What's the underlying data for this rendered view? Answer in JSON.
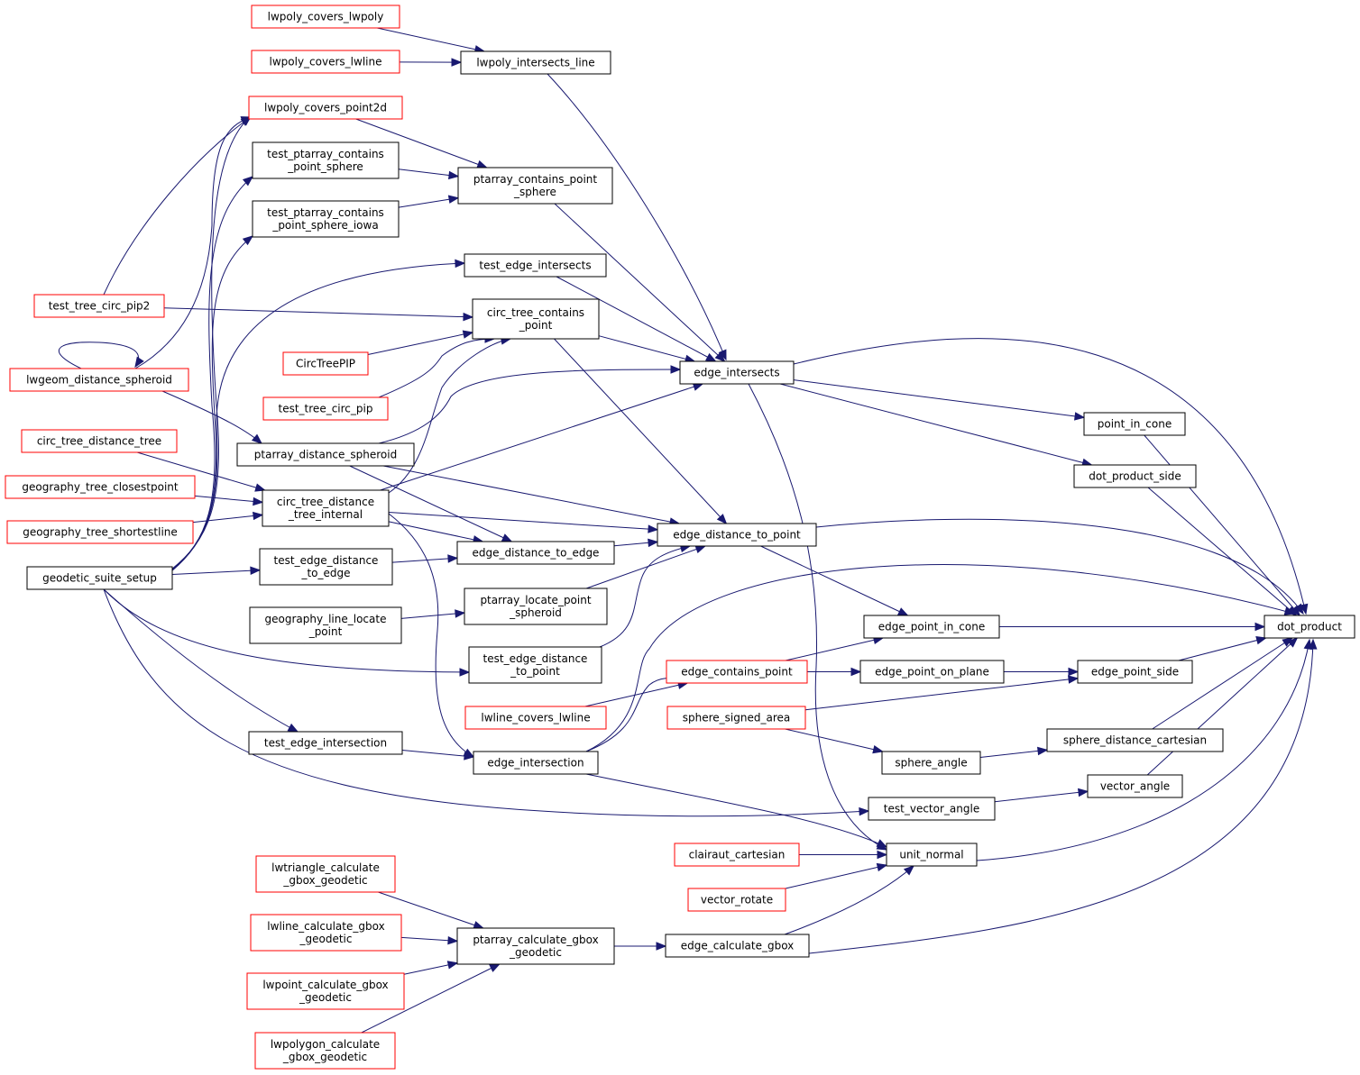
{
  "colors": {
    "edge": "#191970",
    "border_normal": "#000000",
    "border_truncated": "#ff0000",
    "root_fill": "#bfbfbf",
    "node_fill": "#ffffff"
  },
  "nodes": [
    {
      "id": "dot_product",
      "lines": [
        "dot_product"
      ],
      "style": "root"
    },
    {
      "id": "lwpoly_covers_lwpoly",
      "lines": [
        "lwpoly_covers_lwpoly"
      ],
      "style": "truncated"
    },
    {
      "id": "lwpoly_covers_lwline",
      "lines": [
        "lwpoly_covers_lwline"
      ],
      "style": "truncated"
    },
    {
      "id": "lwpoly_intersects_line",
      "lines": [
        "lwpoly_intersects_line"
      ],
      "style": "normal"
    },
    {
      "id": "lwpoly_covers_point2d",
      "lines": [
        "lwpoly_covers_point2d"
      ],
      "style": "truncated"
    },
    {
      "id": "test_ptarray_contains_point_sphere",
      "lines": [
        "test_ptarray_contains",
        "_point_sphere"
      ],
      "style": "normal"
    },
    {
      "id": "ptarray_contains_point_sphere",
      "lines": [
        "ptarray_contains_point",
        "_sphere"
      ],
      "style": "normal"
    },
    {
      "id": "test_ptarray_contains_point_sphere_iowa",
      "lines": [
        "test_ptarray_contains",
        "_point_sphere_iowa"
      ],
      "style": "normal"
    },
    {
      "id": "test_edge_intersects",
      "lines": [
        "test_edge_intersects"
      ],
      "style": "normal"
    },
    {
      "id": "test_tree_circ_pip2",
      "lines": [
        "test_tree_circ_pip2"
      ],
      "style": "truncated"
    },
    {
      "id": "circ_tree_contains_point",
      "lines": [
        "circ_tree_contains",
        "_point"
      ],
      "style": "normal"
    },
    {
      "id": "CircTreePIP",
      "lines": [
        "CircTreePIP"
      ],
      "style": "truncated"
    },
    {
      "id": "lwgeom_distance_spheroid",
      "lines": [
        "lwgeom_distance_spheroid"
      ],
      "style": "truncated"
    },
    {
      "id": "edge_intersects",
      "lines": [
        "edge_intersects"
      ],
      "style": "normal"
    },
    {
      "id": "test_tree_circ_pip",
      "lines": [
        "test_tree_circ_pip"
      ],
      "style": "truncated"
    },
    {
      "id": "point_in_cone",
      "lines": [
        "point_in_cone"
      ],
      "style": "normal"
    },
    {
      "id": "circ_tree_distance_tree",
      "lines": [
        "circ_tree_distance_tree"
      ],
      "style": "truncated"
    },
    {
      "id": "ptarray_distance_spheroid",
      "lines": [
        "ptarray_distance_spheroid"
      ],
      "style": "normal"
    },
    {
      "id": "dot_product_side",
      "lines": [
        "dot_product_side"
      ],
      "style": "normal"
    },
    {
      "id": "geography_tree_closestpoint",
      "lines": [
        "geography_tree_closestpoint"
      ],
      "style": "truncated"
    },
    {
      "id": "circ_tree_distance_tree_internal",
      "lines": [
        "circ_tree_distance",
        "_tree_internal"
      ],
      "style": "normal"
    },
    {
      "id": "geography_tree_shortestline",
      "lines": [
        "geography_tree_shortestline"
      ],
      "style": "truncated"
    },
    {
      "id": "edge_distance_to_point",
      "lines": [
        "edge_distance_to_point"
      ],
      "style": "normal"
    },
    {
      "id": "edge_distance_to_edge",
      "lines": [
        "edge_distance_to_edge"
      ],
      "style": "normal"
    },
    {
      "id": "test_edge_distance_to_edge",
      "lines": [
        "test_edge_distance",
        "_to_edge"
      ],
      "style": "normal"
    },
    {
      "id": "geodetic_suite_setup",
      "lines": [
        "geodetic_suite_setup"
      ],
      "style": "normal"
    },
    {
      "id": "ptarray_locate_point_spheroid",
      "lines": [
        "ptarray_locate_point",
        "_spheroid"
      ],
      "style": "normal"
    },
    {
      "id": "geography_line_locate_point",
      "lines": [
        "geography_line_locate",
        "_point"
      ],
      "style": "normal"
    },
    {
      "id": "edge_point_in_cone",
      "lines": [
        "edge_point_in_cone"
      ],
      "style": "normal"
    },
    {
      "id": "test_edge_distance_to_point",
      "lines": [
        "test_edge_distance",
        "_to_point"
      ],
      "style": "normal"
    },
    {
      "id": "edge_contains_point",
      "lines": [
        "edge_contains_point"
      ],
      "style": "truncated"
    },
    {
      "id": "edge_point_on_plane",
      "lines": [
        "edge_point_on_plane"
      ],
      "style": "normal"
    },
    {
      "id": "edge_point_side",
      "lines": [
        "edge_point_side"
      ],
      "style": "normal"
    },
    {
      "id": "lwline_covers_lwline",
      "lines": [
        "lwline_covers_lwline"
      ],
      "style": "truncated"
    },
    {
      "id": "sphere_signed_area",
      "lines": [
        "sphere_signed_area"
      ],
      "style": "truncated"
    },
    {
      "id": "sphere_distance_cartesian",
      "lines": [
        "sphere_distance_cartesian"
      ],
      "style": "normal"
    },
    {
      "id": "test_edge_intersection",
      "lines": [
        "test_edge_intersection"
      ],
      "style": "normal"
    },
    {
      "id": "edge_intersection",
      "lines": [
        "edge_intersection"
      ],
      "style": "normal"
    },
    {
      "id": "sphere_angle",
      "lines": [
        "sphere_angle"
      ],
      "style": "normal"
    },
    {
      "id": "vector_angle",
      "lines": [
        "vector_angle"
      ],
      "style": "normal"
    },
    {
      "id": "test_vector_angle",
      "lines": [
        "test_vector_angle"
      ],
      "style": "normal"
    },
    {
      "id": "clairaut_cartesian",
      "lines": [
        "clairaut_cartesian"
      ],
      "style": "truncated"
    },
    {
      "id": "unit_normal",
      "lines": [
        "unit_normal"
      ],
      "style": "normal"
    },
    {
      "id": "lwtriangle_calculate_gbox_geodetic",
      "lines": [
        "lwtriangle_calculate",
        "_gbox_geodetic"
      ],
      "style": "truncated"
    },
    {
      "id": "vector_rotate",
      "lines": [
        "vector_rotate"
      ],
      "style": "truncated"
    },
    {
      "id": "lwline_calculate_gbox_geodetic",
      "lines": [
        "lwline_calculate_gbox",
        "_geodetic"
      ],
      "style": "truncated"
    },
    {
      "id": "ptarray_calculate_gbox_geodetic",
      "lines": [
        "ptarray_calculate_gbox",
        "_geodetic"
      ],
      "style": "normal"
    },
    {
      "id": "edge_calculate_gbox",
      "lines": [
        "edge_calculate_gbox"
      ],
      "style": "normal"
    },
    {
      "id": "lwpoint_calculate_gbox_geodetic",
      "lines": [
        "lwpoint_calculate_gbox",
        "_geodetic"
      ],
      "style": "truncated"
    },
    {
      "id": "lwpolygon_calculate_gbox_geodetic",
      "lines": [
        "lwpolygon_calculate",
        "_gbox_geodetic"
      ],
      "style": "truncated"
    }
  ],
  "edges": [
    {
      "from": "lwpoly_covers_lwpoly",
      "to": "lwpoly_intersects_line"
    },
    {
      "from": "lwpoly_covers_lwline",
      "to": "lwpoly_intersects_line"
    },
    {
      "from": "lwpoly_intersects_line",
      "to": "edge_intersects"
    },
    {
      "from": "lwpoly_covers_point2d",
      "to": "ptarray_contains_point_sphere"
    },
    {
      "from": "test_ptarray_contains_point_sphere",
      "to": "ptarray_contains_point_sphere"
    },
    {
      "from": "test_ptarray_contains_point_sphere_iowa",
      "to": "ptarray_contains_point_sphere"
    },
    {
      "from": "ptarray_contains_point_sphere",
      "to": "edge_intersects"
    },
    {
      "from": "test_edge_intersects",
      "to": "edge_intersects"
    },
    {
      "from": "circ_tree_contains_point",
      "to": "edge_intersects"
    },
    {
      "from": "ptarray_distance_spheroid",
      "to": "edge_intersects"
    },
    {
      "from": "circ_tree_distance_tree_internal",
      "to": "edge_intersects"
    },
    {
      "from": "test_tree_circ_pip2",
      "to": "circ_tree_contains_point"
    },
    {
      "from": "CircTreePIP",
      "to": "circ_tree_contains_point"
    },
    {
      "from": "test_tree_circ_pip",
      "to": "circ_tree_contains_point"
    },
    {
      "from": "circ_tree_distance_tree_internal",
      "to": "circ_tree_contains_point"
    },
    {
      "from": "test_tree_circ_pip2",
      "to": "lwpoly_covers_point2d"
    },
    {
      "from": "lwgeom_distance_spheroid",
      "to": "lwpoly_covers_point2d"
    },
    {
      "from": "lwgeom_distance_spheroid",
      "to": "lwgeom_distance_spheroid"
    },
    {
      "from": "lwgeom_distance_spheroid",
      "to": "ptarray_distance_spheroid"
    },
    {
      "from": "circ_tree_distance_tree",
      "to": "circ_tree_distance_tree_internal"
    },
    {
      "from": "geography_tree_closestpoint",
      "to": "circ_tree_distance_tree_internal"
    },
    {
      "from": "geography_tree_shortestline",
      "to": "circ_tree_distance_tree_internal"
    },
    {
      "from": "geodetic_suite_setup",
      "to": "lwpoly_covers_point2d"
    },
    {
      "from": "geodetic_suite_setup",
      "to": "test_ptarray_contains_point_sphere"
    },
    {
      "from": "geodetic_suite_setup",
      "to": "test_ptarray_contains_point_sphere_iowa"
    },
    {
      "from": "geodetic_suite_setup",
      "to": "test_edge_intersects"
    },
    {
      "from": "geodetic_suite_setup",
      "to": "test_edge_distance_to_edge"
    },
    {
      "from": "geodetic_suite_setup",
      "to": "test_edge_distance_to_point"
    },
    {
      "from": "geodetic_suite_setup",
      "to": "test_edge_intersection"
    },
    {
      "from": "geodetic_suite_setup",
      "to": "test_vector_angle"
    },
    {
      "from": "edge_intersects",
      "to": "dot_product"
    },
    {
      "from": "edge_intersects",
      "to": "point_in_cone"
    },
    {
      "from": "edge_intersects",
      "to": "dot_product_side"
    },
    {
      "from": "edge_intersects",
      "to": "unit_normal"
    },
    {
      "from": "point_in_cone",
      "to": "dot_product"
    },
    {
      "from": "dot_product_side",
      "to": "dot_product"
    },
    {
      "from": "edge_distance_to_point",
      "to": "dot_product"
    },
    {
      "from": "edge_distance_to_point",
      "to": "edge_point_in_cone"
    },
    {
      "from": "ptarray_distance_spheroid",
      "to": "edge_distance_to_point"
    },
    {
      "from": "ptarray_distance_spheroid",
      "to": "edge_distance_to_edge"
    },
    {
      "from": "circ_tree_distance_tree_internal",
      "to": "edge_distance_to_point"
    },
    {
      "from": "circ_tree_distance_tree_internal",
      "to": "edge_distance_to_edge"
    },
    {
      "from": "circ_tree_distance_tree_internal",
      "to": "edge_intersection"
    },
    {
      "from": "circ_tree_contains_point",
      "to": "edge_distance_to_point"
    },
    {
      "from": "edge_distance_to_edge",
      "to": "edge_distance_to_point"
    },
    {
      "from": "test_edge_distance_to_edge",
      "to": "edge_distance_to_edge"
    },
    {
      "from": "ptarray_locate_point_spheroid",
      "to": "edge_distance_to_point"
    },
    {
      "from": "geography_line_locate_point",
      "to": "ptarray_locate_point_spheroid"
    },
    {
      "from": "test_edge_distance_to_point",
      "to": "edge_distance_to_point"
    },
    {
      "from": "edge_point_in_cone",
      "to": "dot_product"
    },
    {
      "from": "edge_contains_point",
      "to": "edge_point_in_cone"
    },
    {
      "from": "edge_contains_point",
      "to": "edge_point_on_plane"
    },
    {
      "from": "edge_point_on_plane",
      "to": "edge_point_side"
    },
    {
      "from": "edge_point_side",
      "to": "dot_product"
    },
    {
      "from": "sphere_signed_area",
      "to": "edge_point_side"
    },
    {
      "from": "sphere_signed_area",
      "to": "sphere_angle"
    },
    {
      "from": "lwline_covers_lwline",
      "to": "edge_contains_point"
    },
    {
      "from": "edge_intersection",
      "to": "edge_contains_point"
    },
    {
      "from": "edge_intersection",
      "to": "dot_product"
    },
    {
      "from": "edge_intersection",
      "to": "unit_normal"
    },
    {
      "from": "test_edge_intersection",
      "to": "edge_intersection"
    },
    {
      "from": "sphere_angle",
      "to": "sphere_distance_cartesian"
    },
    {
      "from": "sphere_distance_cartesian",
      "to": "dot_product"
    },
    {
      "from": "test_vector_angle",
      "to": "vector_angle"
    },
    {
      "from": "vector_angle",
      "to": "dot_product"
    },
    {
      "from": "clairaut_cartesian",
      "to": "unit_normal"
    },
    {
      "from": "vector_rotate",
      "to": "unit_normal"
    },
    {
      "from": "edge_calculate_gbox",
      "to": "unit_normal"
    },
    {
      "from": "unit_normal",
      "to": "dot_product"
    },
    {
      "from": "edge_calculate_gbox",
      "to": "dot_product"
    },
    {
      "from": "lwtriangle_calculate_gbox_geodetic",
      "to": "ptarray_calculate_gbox_geodetic"
    },
    {
      "from": "lwline_calculate_gbox_geodetic",
      "to": "ptarray_calculate_gbox_geodetic"
    },
    {
      "from": "lwpoint_calculate_gbox_geodetic",
      "to": "ptarray_calculate_gbox_geodetic"
    },
    {
      "from": "lwpolygon_calculate_gbox_geodetic",
      "to": "ptarray_calculate_gbox_geodetic"
    },
    {
      "from": "ptarray_calculate_gbox_geodetic",
      "to": "edge_calculate_gbox"
    }
  ]
}
